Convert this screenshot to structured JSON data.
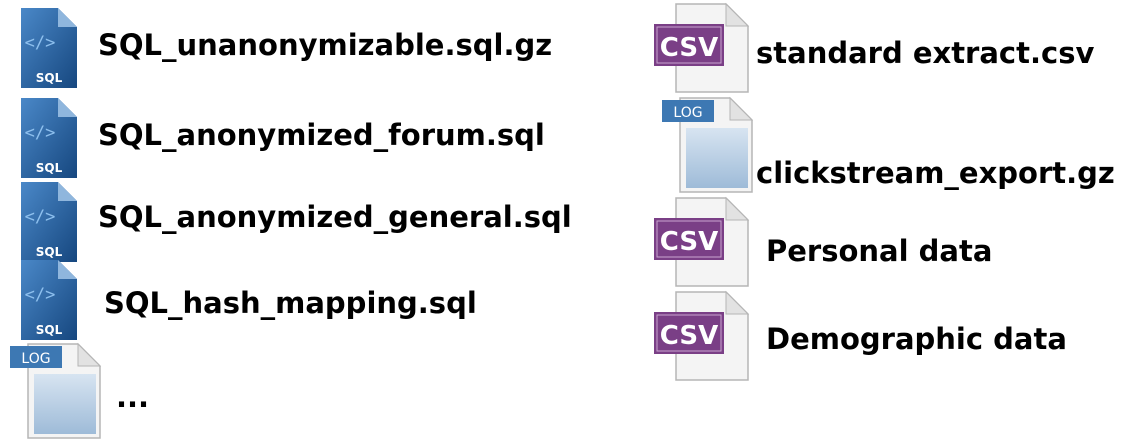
{
  "files": [
    {
      "type": "sql",
      "badge": "SQL",
      "name": "SQL_unanonymizable.sql.gz"
    },
    {
      "type": "sql",
      "badge": "SQL",
      "name": "SQL_anonymized_forum.sql"
    },
    {
      "type": "sql",
      "badge": "SQL",
      "name": "SQL_anonymized_general.sql"
    },
    {
      "type": "sql",
      "badge": "SQL",
      "name": "SQL_hash_mapping.sql"
    },
    {
      "type": "log",
      "badge": "LOG",
      "name": "..."
    },
    {
      "type": "csv",
      "badge": "CSV",
      "name": "standard extract.csv"
    },
    {
      "type": "log",
      "badge": "LOG",
      "name": "clickstream_export.gz"
    },
    {
      "type": "csv",
      "badge": "CSV",
      "name": "Personal data"
    },
    {
      "type": "csv",
      "badge": "CSV",
      "name": "Demographic data"
    }
  ],
  "icons": {
    "sql": "sql-file-icon",
    "log": "log-file-icon",
    "csv": "csv-file-icon"
  },
  "colors": {
    "sql_fill": "#1f5e9e",
    "csv_badge": "#7a3f86",
    "log_badge": "#3d78b3",
    "log_body": "#a9c4de"
  }
}
